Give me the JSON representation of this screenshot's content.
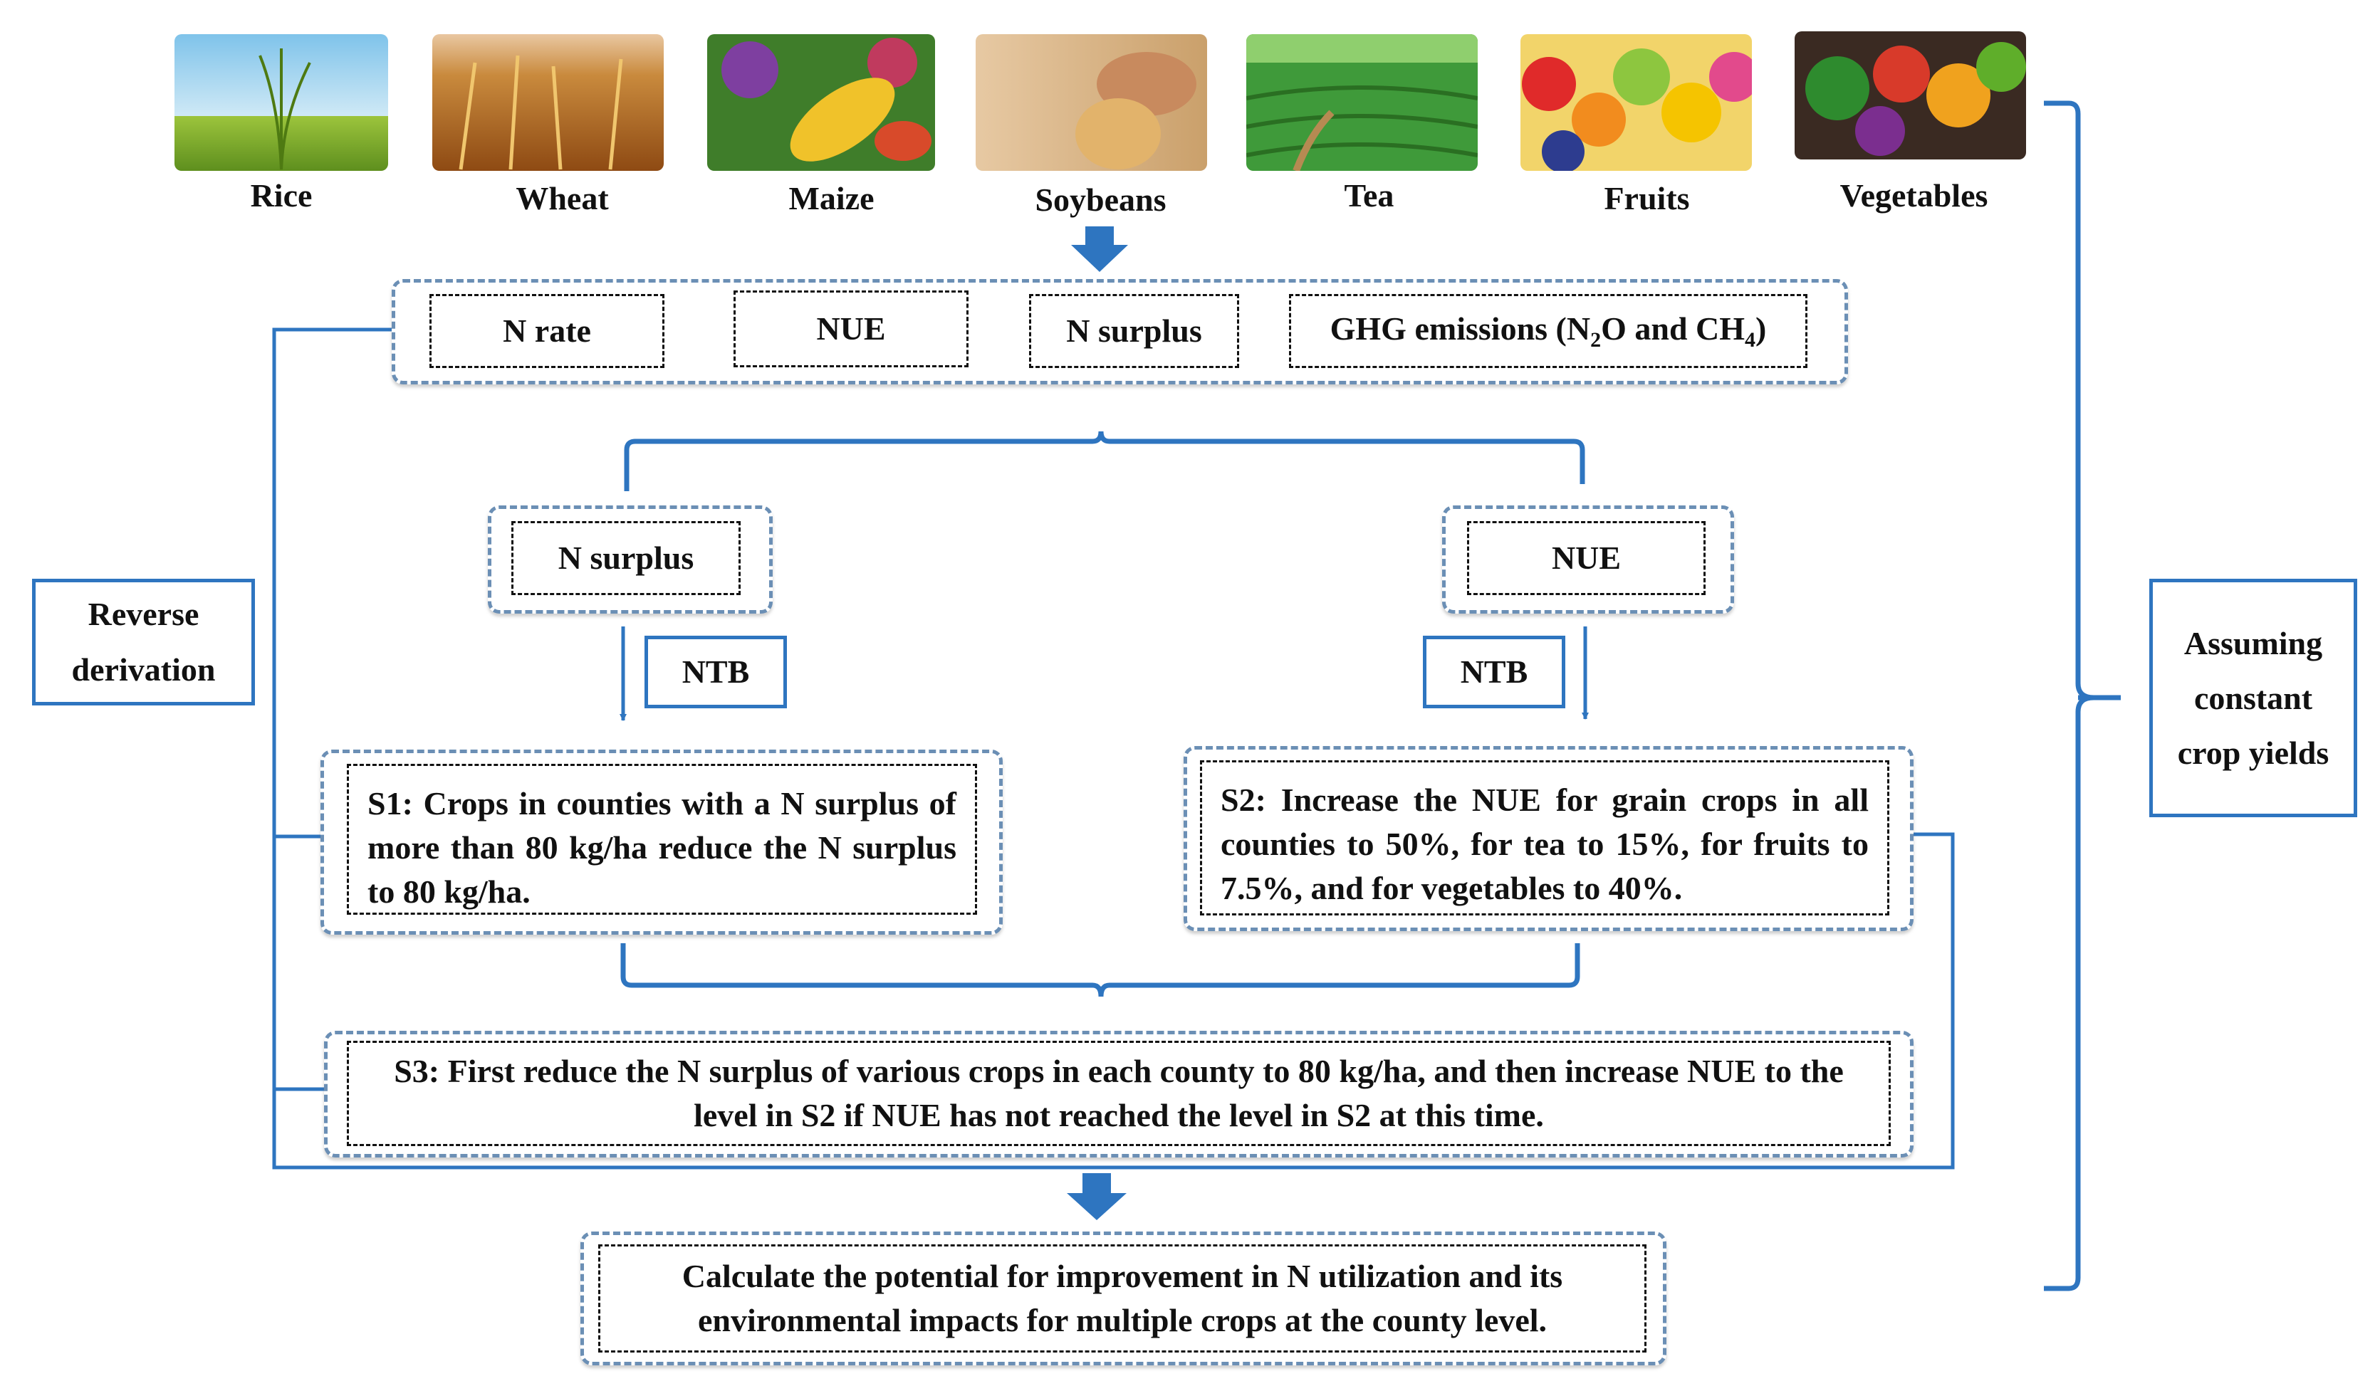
{
  "crops": [
    {
      "name": "Rice",
      "icon": "rice-field-image"
    },
    {
      "name": "Wheat",
      "icon": "wheat-field-image"
    },
    {
      "name": "Maize",
      "icon": "maize-image"
    },
    {
      "name": "Soybeans",
      "icon": "soybeans-image"
    },
    {
      "name": "Tea",
      "icon": "tea-plantation-image"
    },
    {
      "name": "Fruits",
      "icon": "fruits-image"
    },
    {
      "name": "Vegetables",
      "icon": "vegetables-image"
    }
  ],
  "indicators": {
    "n_rate": "N rate",
    "nue": "NUE",
    "n_surplus": "N surplus",
    "ghg_prefix": "GHG emissions (N",
    "ghg_sub1": "2",
    "ghg_mid": "O and CH",
    "ghg_sub2": "4",
    "ghg_suffix": ")"
  },
  "branches": {
    "left_indicator": "N surplus",
    "right_indicator": "NUE",
    "left_ntb": "NTB",
    "right_ntb": "NTB"
  },
  "scenarios": {
    "s1": "S1: Crops in counties with a N surplus of more than 80 kg/ha reduce the N surplus to 80 kg/ha.",
    "s2": "S2: Increase the NUE for grain crops in all counties to 50%, for tea to 15%, for fruits to 7.5%, and for vegetables to 40%.",
    "s3": "S3: First reduce the N surplus of various crops in each county to 80 kg/ha, and then increase NUE to the level in S2 if NUE has not reached the level in S2 at this time."
  },
  "result": "Calculate the potential for improvement in N utilization and its environmental impacts for multiple crops at the county level.",
  "side_labels": {
    "left": "Reverse derivation",
    "right": "Assuming constant crop yields"
  },
  "colors": {
    "line_blue": "#2e75c0",
    "dash_blue": "#6b8fb5"
  }
}
